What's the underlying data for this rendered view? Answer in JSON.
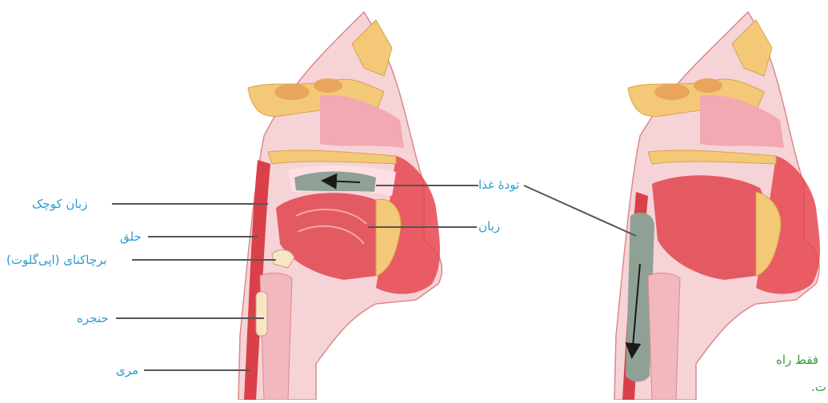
{
  "labels": {
    "uvula": "زبان کوچک",
    "pharynx": "حلق",
    "epiglottis": "برچاکنای (اپی‌گلوت)",
    "larynx": "حنجره",
    "esophagus": "مری",
    "bolus": "تودهٔ غذا",
    "tongue": "زبان"
  },
  "caption": {
    "line1": "فقط راه",
    "line2": "ت."
  },
  "colors": {
    "label_text": "#2b9bd0",
    "caption_text": "#3c9a42",
    "muscle": "#e45a63",
    "muscle_light": "#f3a6ad",
    "bone": "#f3c978",
    "tissue": "#f6d3d6",
    "bolus": "#8fa195"
  }
}
